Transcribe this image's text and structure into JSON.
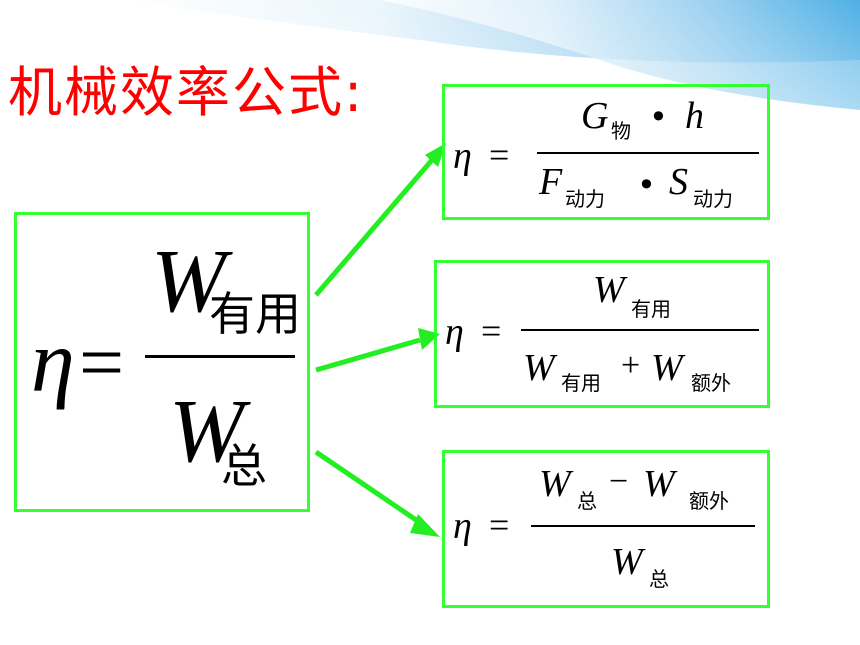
{
  "title": "机械效率公式:",
  "main_formula": {
    "eta": "η",
    "equals": "=",
    "numerator_var": "W",
    "numerator_sub": "有用",
    "denominator_var": "W",
    "denominator_sub": "总"
  },
  "formula1": {
    "eta": "η",
    "equals": "=",
    "num_var1": "G",
    "num_sub1": "物",
    "num_dot": "•",
    "num_var2": "h",
    "den_var1": "F",
    "den_sub1": "动力",
    "den_dot": "•",
    "den_var2": "S",
    "den_sub2": "动力"
  },
  "formula2": {
    "eta": "η",
    "equals": "=",
    "num_var": "W",
    "num_sub": "有用",
    "den_var1": "W",
    "den_sub1": "有用",
    "den_plus": "+",
    "den_var2": "W",
    "den_sub2": "额外"
  },
  "formula3": {
    "eta": "η",
    "equals": "=",
    "num_var1": "W",
    "num_sub1": "总",
    "num_minus": "−",
    "num_var2": "W",
    "num_sub2": "额外",
    "den_var": "W",
    "den_sub": "总"
  },
  "colors": {
    "title": "#ff0000",
    "box_border": "#33ff33",
    "arrow": "#22ee22",
    "text": "#000000"
  }
}
